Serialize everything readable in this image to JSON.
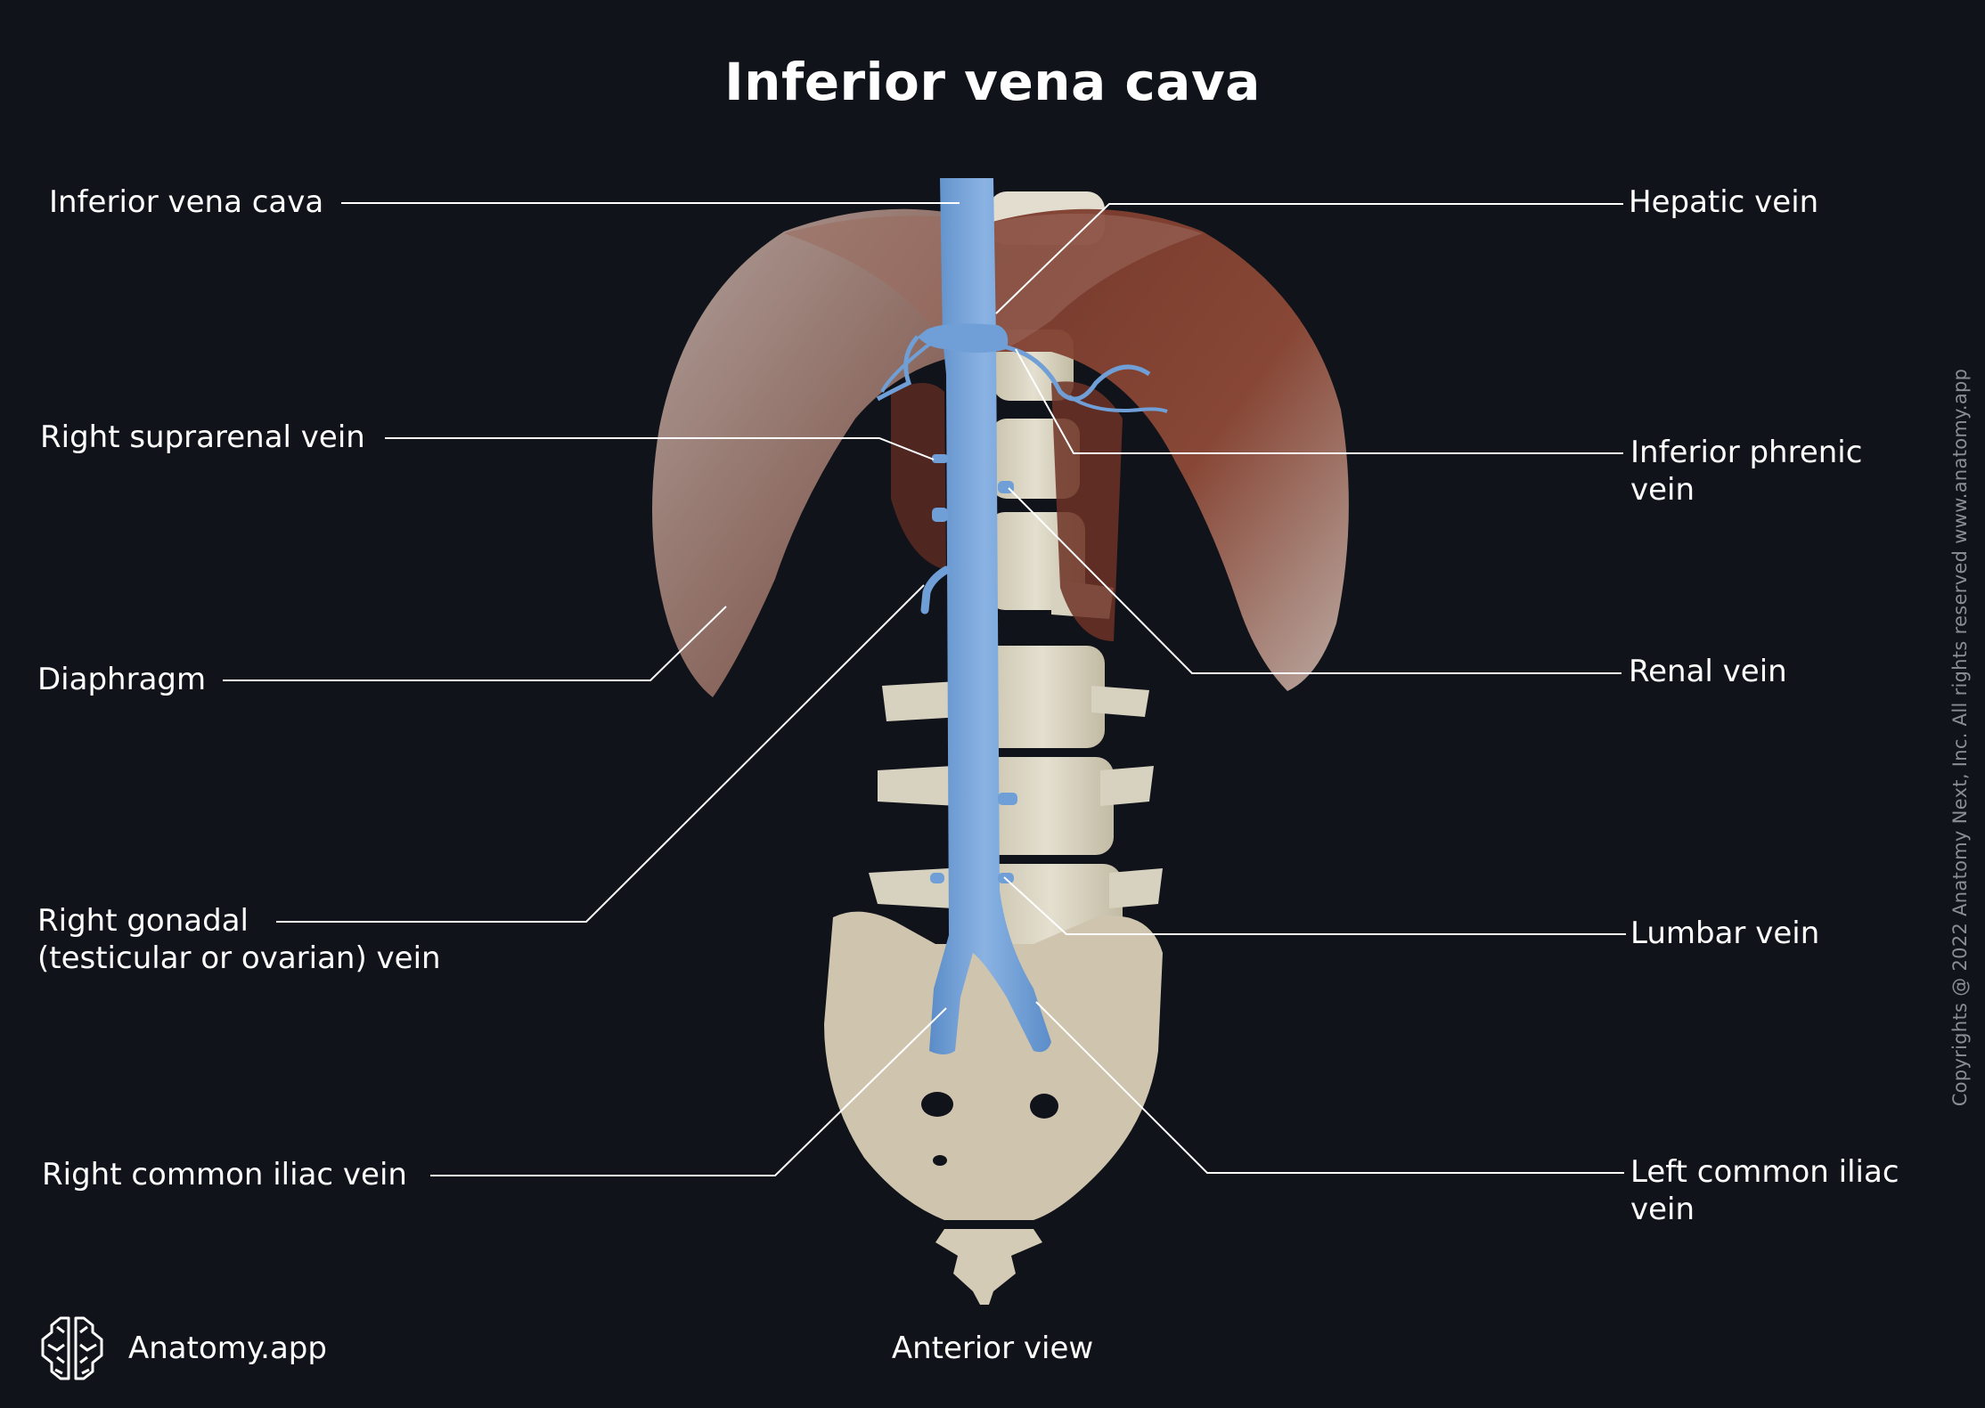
{
  "title": "Inferior vena cava",
  "view_label": "Anterior view",
  "brand": {
    "name": "Anatomy.app",
    "icon": "brain-logo-icon"
  },
  "copyright": "Copyrights @ 2022 Anatomy Next, Inc. All rights reserved www.anatomy.app",
  "colors": {
    "background": "#10131a",
    "vein": "#6f9fd6",
    "muscle": "#8a4a3a",
    "bone": "#d8d2bf",
    "leader_line": "#ffffff",
    "copyright_text": "#8a8d93"
  },
  "labels": {
    "left": [
      {
        "id": "inferior-vena-cava",
        "lines": [
          "Inferior vena cava"
        ]
      },
      {
        "id": "right-suprarenal-vein",
        "lines": [
          "Right suprarenal vein"
        ]
      },
      {
        "id": "diaphragm",
        "lines": [
          "Diaphragm"
        ]
      },
      {
        "id": "right-gonadal-vein",
        "lines": [
          "Right gonadal",
          "(testicular or ovarian) vein"
        ]
      },
      {
        "id": "right-common-iliac-vein",
        "lines": [
          "Right common iliac vein"
        ]
      }
    ],
    "right": [
      {
        "id": "hepatic-vein",
        "lines": [
          "Hepatic vein"
        ]
      },
      {
        "id": "inferior-phrenic-vein",
        "lines": [
          "Inferior phrenic",
          "vein"
        ]
      },
      {
        "id": "renal-vein",
        "lines": [
          "Renal vein"
        ]
      },
      {
        "id": "lumbar-vein",
        "lines": [
          "Lumbar vein"
        ]
      },
      {
        "id": "left-common-iliac-vein",
        "lines": [
          "Left common iliac",
          "vein"
        ]
      }
    ]
  }
}
